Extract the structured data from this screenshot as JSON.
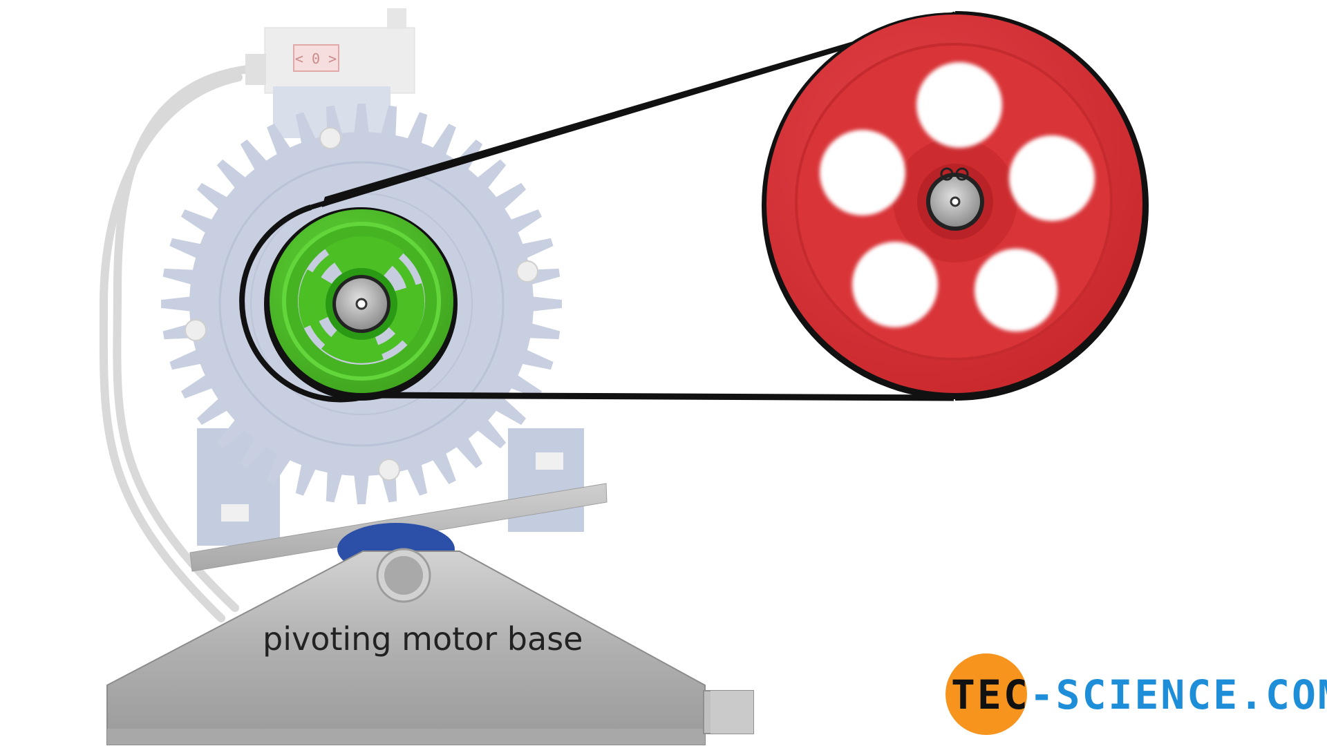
{
  "diagram": {
    "label": "pivoting motor base",
    "logo": {
      "part1": "TEC",
      "part2": "-SCIENCE",
      "part3": ".COM",
      "colors": {
        "circle": "#f7941d",
        "part1": "#111111",
        "part2": "#1e8ed8",
        "part3": "#1e8ed8"
      }
    },
    "terminal_box_display": "< 0 >",
    "colors": {
      "small_pulley": "#4cbf25",
      "large_pulley": "#e03a3e",
      "belt": "#111111",
      "motor": "#c7cfe0",
      "base_metal": "#b4b4b4"
    }
  }
}
